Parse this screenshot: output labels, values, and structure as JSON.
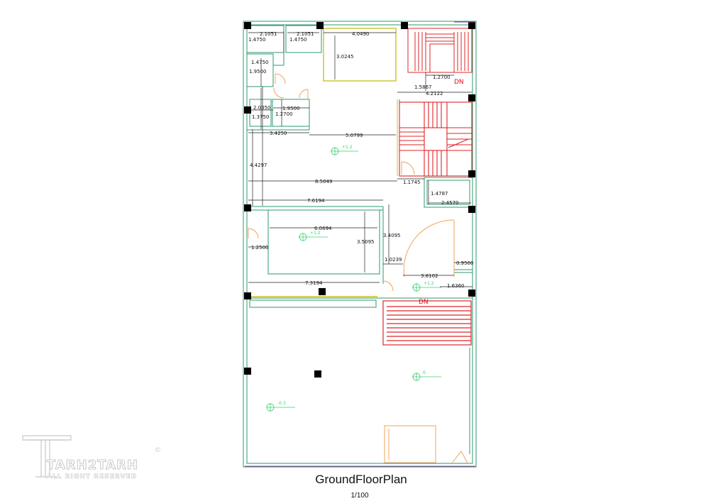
{
  "drawing": {
    "title": "GroundFloorPlan",
    "scale": "1/100"
  },
  "watermark": {
    "brand": "TARH2TARH",
    "rights": "ALL RIGHT RESERVED",
    "copyright_symbol": "©"
  },
  "dimensions": {
    "d_2_1051_a": "2.1051",
    "d_2_1051_b": "2.1051",
    "d_1_4750_a": "1.4750",
    "d_1_4750_b": "1.4750",
    "d_1_4750_c": "1.4750",
    "d_4_0490": "4.0490",
    "d_3_0245": "3.0245",
    "d_1_9500_a": "1.9500",
    "d_2_0350": "2.0350",
    "d_1_3750": "1.3750",
    "d_1_9500_b": "1.9500",
    "d_1_2700_a": "1.2700",
    "d_1_2700_b": "1.2700",
    "d_1_5867": "1.5867",
    "d_4_2122": "4.2122",
    "d_3_4250": "3.4250",
    "d_5_0799": "5.0799",
    "d_4_4297": "4.4297",
    "d_8_5049": "8.5049",
    "d_1_1745": "1.1745",
    "d_1_4787": "1.4787",
    "d_2_4570": "2.4570",
    "d_7_6194": "7.6194",
    "d_6_0694": "6.0694",
    "d_3_4095": "3.4095",
    "d_3_5095": "3.5095",
    "d_1_2500": "1.2500",
    "d_1_0239": "1.0239",
    "d_3_8102": "3.8102",
    "d_0_9560": "0.9560",
    "d_7_3194": "7.3194",
    "d_1_6360": "1.6360"
  },
  "stair_labels": {
    "dn_upper": "DN",
    "dn_lower": "DN"
  },
  "level_marks": {
    "lv1": "+1.2",
    "lv2": "+1.2",
    "lv3": "+1.2",
    "lv4": "0",
    "lv5": "-0.3"
  },
  "colors": {
    "wall": "#2e9a6e",
    "stair": "#e0242a",
    "door": "#f0a35c",
    "window": "#c9c22a",
    "dimension_line": "#222222",
    "level_mark": "#3ad06a",
    "column": "#000000"
  }
}
